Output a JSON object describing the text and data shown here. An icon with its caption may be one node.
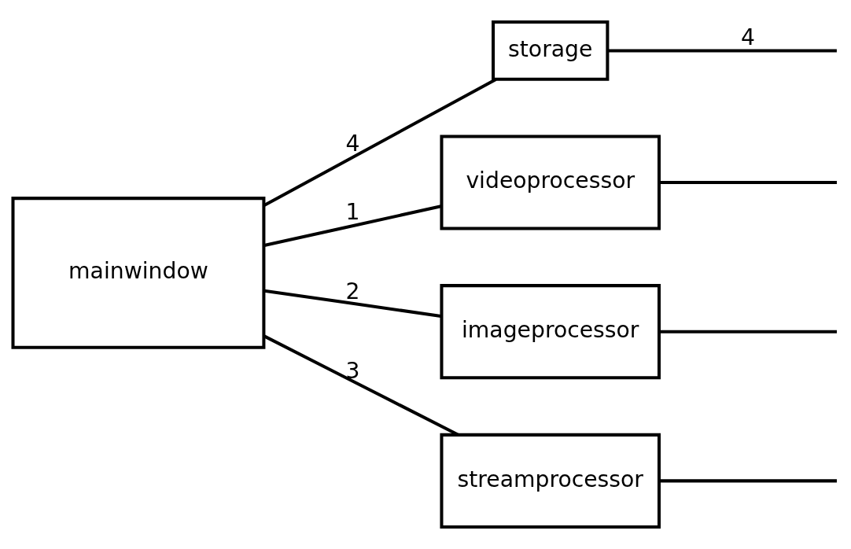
{
  "diagram": {
    "nodes": [
      {
        "text": [
          "mainwindow"
        ]
      },
      {
        "text": [
          "storage"
        ]
      },
      {
        "text": [
          "videoprocessor"
        ]
      },
      {
        "text": [
          "imageprocessor"
        ]
      },
      {
        "text": [
          "streamprocessor"
        ]
      }
    ],
    "edges": [
      {
        "from": 0,
        "to": 1,
        "arrow": "none",
        "label": "4"
      },
      {
        "from": 1,
        "to": null,
        "arrow": "none",
        "label": "4"
      },
      {
        "from": 0,
        "to": 2,
        "arrow": "none",
        "label": "1"
      },
      {
        "from": 0,
        "to": 3,
        "arrow": "none",
        "label": "2"
      },
      {
        "from": 0,
        "to": 4,
        "arrow": "none",
        "label": "3"
      },
      {
        "from": 2,
        "to": null,
        "arrow": "none"
      },
      {
        "from": 3,
        "to": null,
        "arrow": "none"
      },
      {
        "from": 4,
        "to": null,
        "arrow": "none"
      }
    ]
  }
}
